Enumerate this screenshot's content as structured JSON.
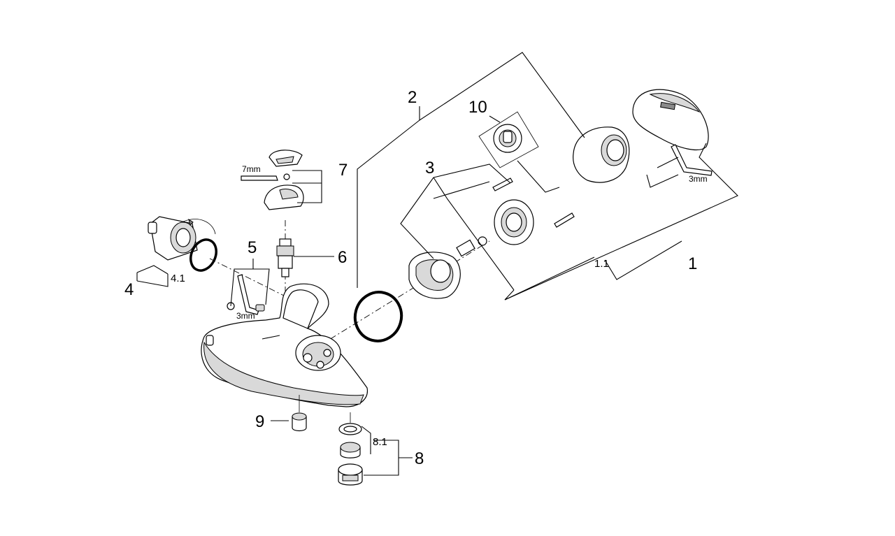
{
  "labels": {
    "p1": "1",
    "p1_1": "1.1",
    "p2": "2",
    "p3": "3",
    "p4": "4",
    "p4_1": "4.1",
    "p5": "5",
    "p6": "6",
    "p7": "7",
    "p8": "8",
    "p8_1": "8.1",
    "p9": "9",
    "p10": "10"
  },
  "tool_sizes": {
    "wrench_7mm": "7mm",
    "hex_key_3mm_a": "3mm",
    "hex_key_3mm_b": "3mm"
  }
}
